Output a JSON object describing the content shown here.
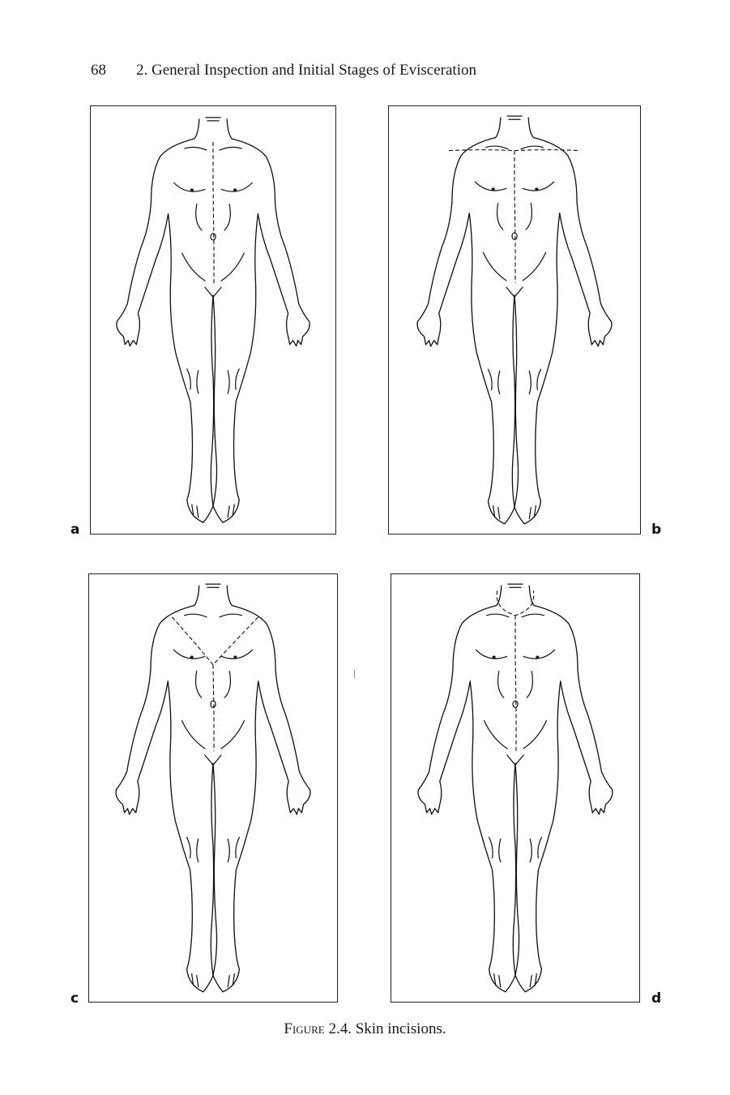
{
  "header": {
    "page_number": "68",
    "running_title": "2. General Inspection and Initial Stages of Evisceration"
  },
  "panels": [
    {
      "label": "a",
      "incision": "midline"
    },
    {
      "label": "b",
      "incision": "midline-with-shoulder-line"
    },
    {
      "label": "c",
      "incision": "y-shaped"
    },
    {
      "label": "d",
      "incision": "midline-with-neck-loop"
    }
  ],
  "caption": {
    "figure_word": "Figure",
    "figure_number": "2.4.",
    "text": "Skin incisions."
  }
}
